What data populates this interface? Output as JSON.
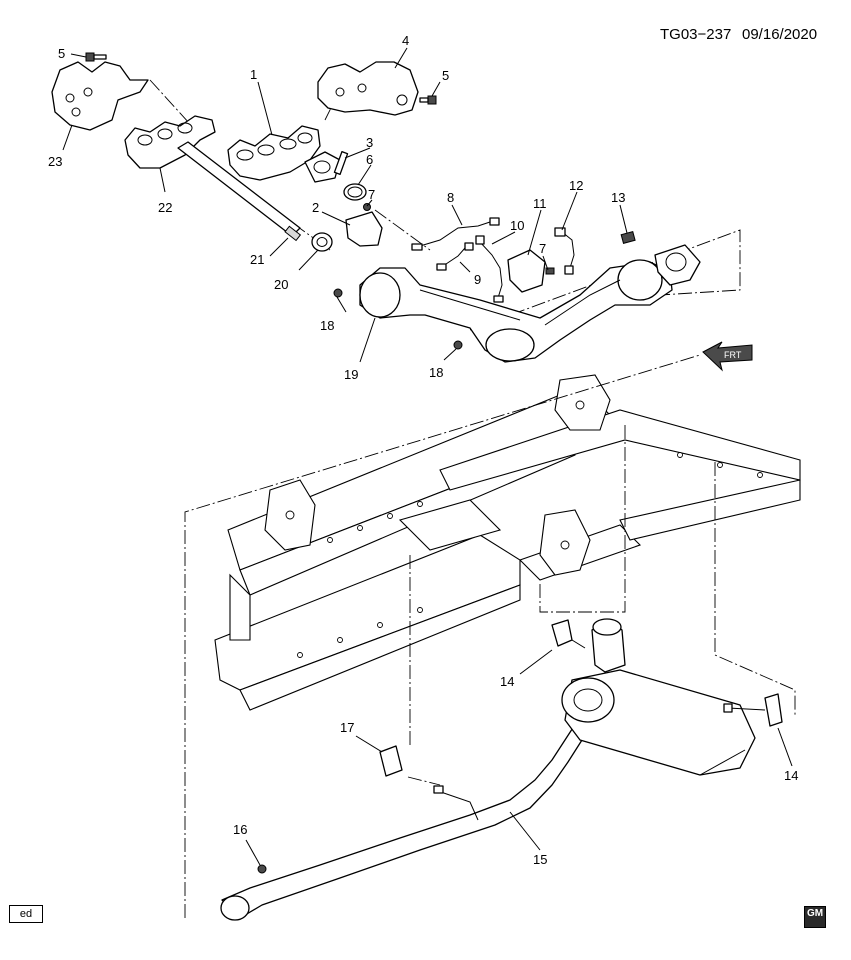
{
  "header": {
    "drawing_id": "TG03−237",
    "date": "09/16/2020"
  },
  "callouts": {
    "c1": "1",
    "c2": "2",
    "c3": "3",
    "c4": "4",
    "c5a": "5",
    "c5b": "5",
    "c6": "6",
    "c7a": "7",
    "c7b": "7",
    "c8": "8",
    "c9": "9",
    "c10": "10",
    "c11": "11",
    "c12": "12",
    "c13": "13",
    "c14a": "14",
    "c14b": "14",
    "c15": "15",
    "c16": "16",
    "c17": "17",
    "c18a": "18",
    "c18b": "18",
    "c19": "19",
    "c20": "20",
    "c21": "21",
    "c22": "22",
    "c23": "23"
  },
  "front_arrow": {
    "text": "FRT"
  },
  "badge": {
    "text": "ed"
  },
  "logo": {
    "text": "GM"
  },
  "icons": {
    "front_arrow": "front-direction-arrow-icon",
    "logo": "gm-logo-icon"
  }
}
